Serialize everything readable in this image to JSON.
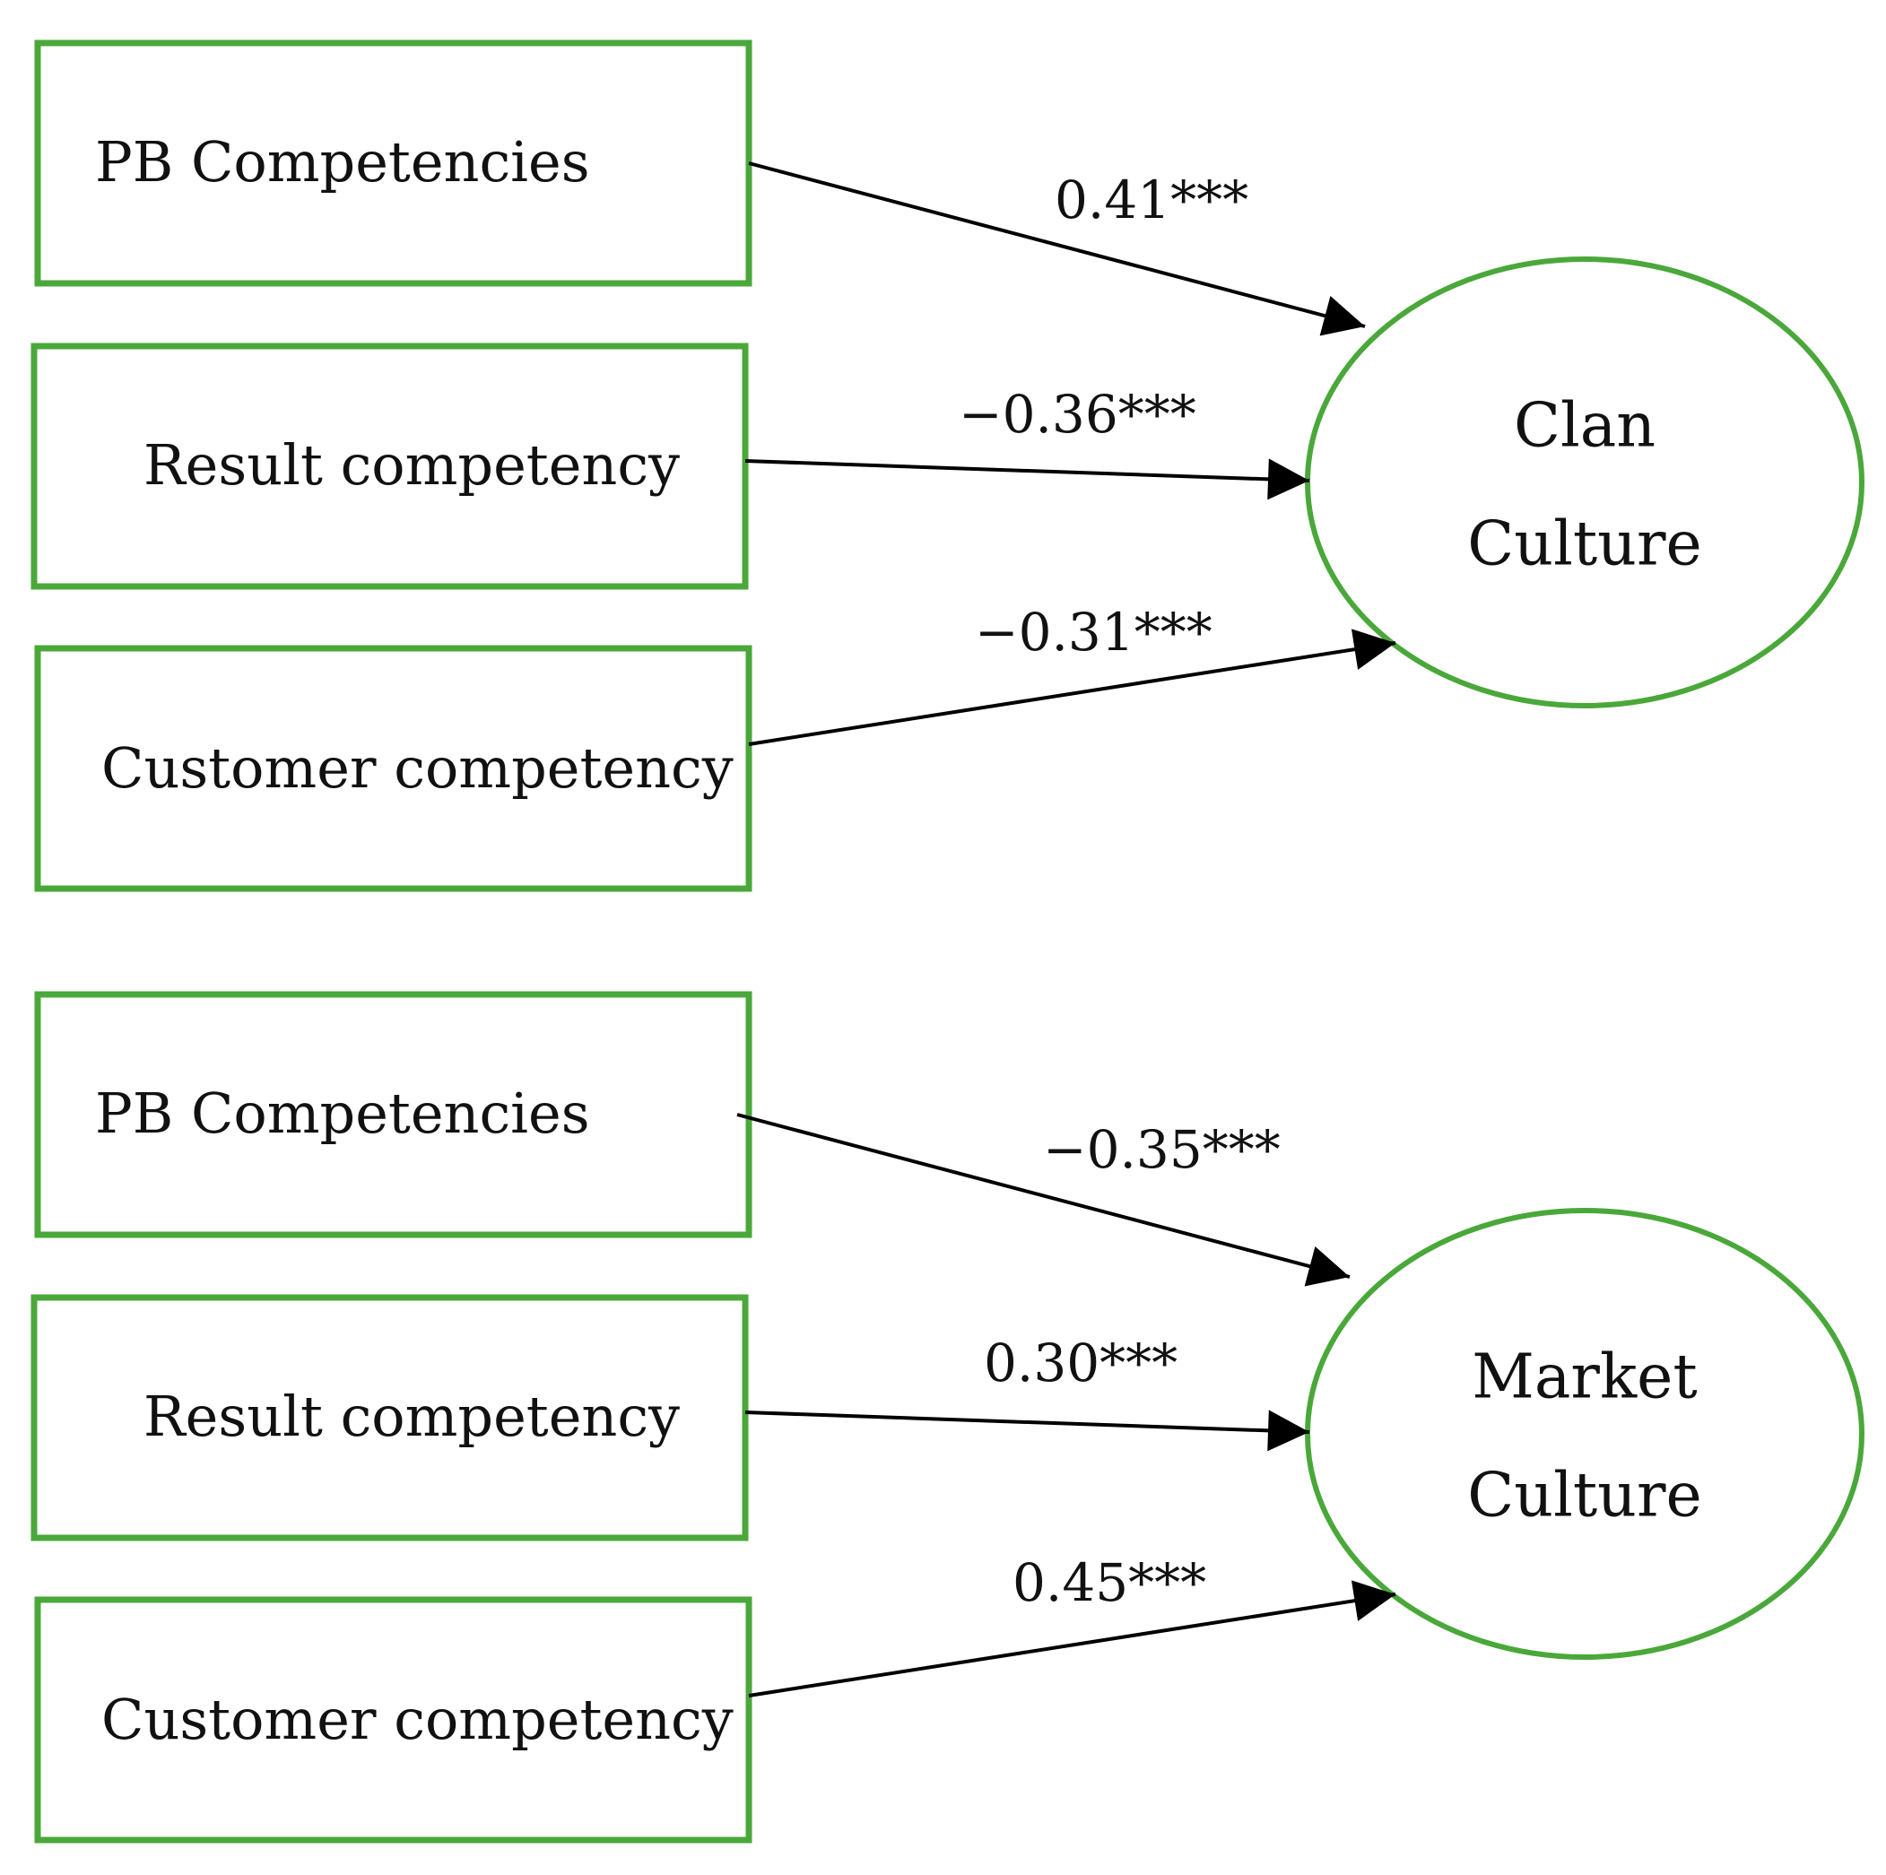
{
  "colors": {
    "node_border": "#4aa83a",
    "arrow": "#000000",
    "text": "#111111"
  },
  "panels": [
    {
      "id": "clan",
      "outcome": {
        "line1": "Clan",
        "line2": "Culture"
      },
      "predictors": [
        {
          "label": "PB Competencies",
          "coefficient": "0.41***"
        },
        {
          "label": "Result competency",
          "coefficient": "−0.36***"
        },
        {
          "label": "Customer competency",
          "coefficient": "−0.31***"
        }
      ]
    },
    {
      "id": "market",
      "outcome": {
        "line1": "Market",
        "line2": "Culture"
      },
      "predictors": [
        {
          "label": "PB Competencies",
          "coefficient": "−0.35***"
        },
        {
          "label": "Result competency",
          "coefficient": "0.30***"
        },
        {
          "label": "Customer competency",
          "coefficient": "0.45***"
        }
      ]
    }
  ]
}
